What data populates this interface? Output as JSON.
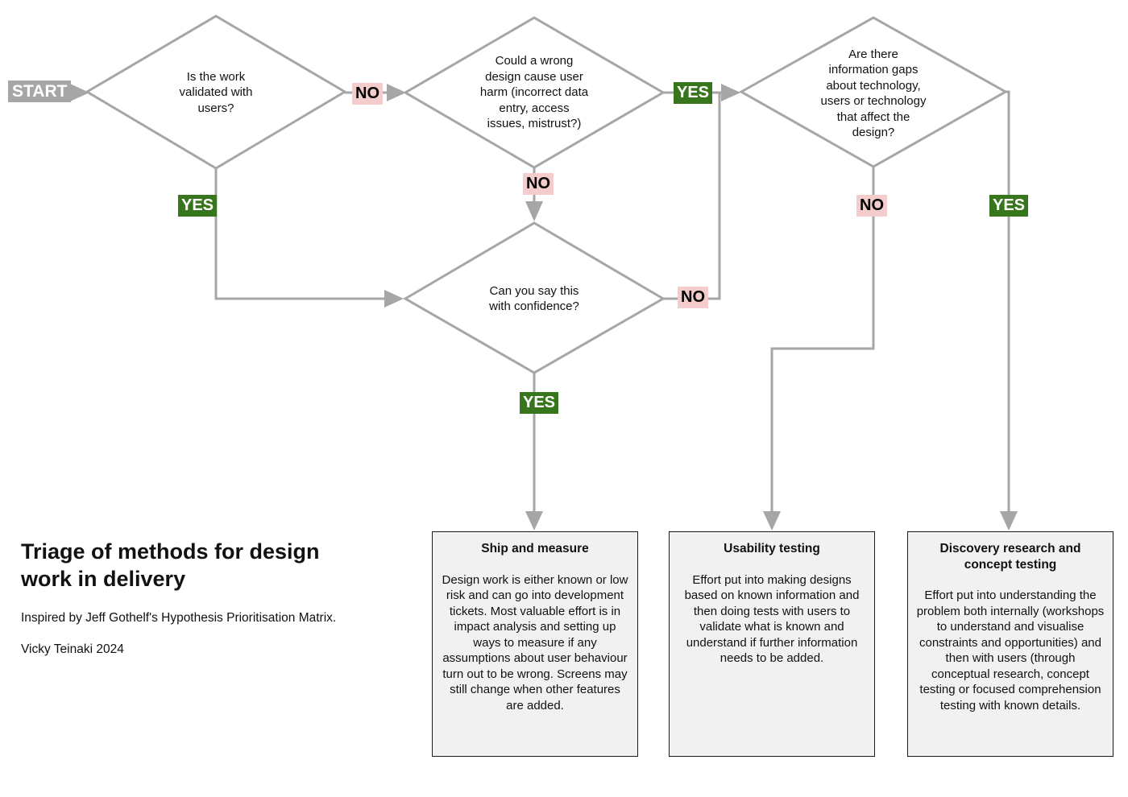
{
  "title_block": {
    "title": "Triage of methods for design work in delivery",
    "subtitle": "Inspired by Jeff Gothelf's Hypothesis Prioritisation Matrix.",
    "credit": "Vicky Teinaki 2024"
  },
  "start_label": "START",
  "decisions": {
    "validated": {
      "text": "Is the work\nvalidated with\nusers?",
      "yes_label": "YES",
      "no_label": "NO"
    },
    "harm": {
      "text": "Could a wrong\ndesign cause user\nharm (incorrect data\nentry, access\nissues, mistrust?)",
      "yes_label": "YES",
      "no_label": "NO"
    },
    "gaps": {
      "text": "Are there\ninformation gaps\nabout technology,\nusers or technology\nthat affect the\ndesign?",
      "yes_label": "YES",
      "no_label": "NO"
    },
    "confidence": {
      "text": "Can you say this\nwith confidence?",
      "yes_label": "YES",
      "no_label": "NO"
    }
  },
  "outcomes": [
    {
      "title": "Ship and measure",
      "body": "Design work is either known or low risk and can go into development tickets. Most valuable effort is in impact analysis and setting up ways to measure if any assumptions about user behaviour turn out to be wrong. Screens may still change when other features are added."
    },
    {
      "title": "Usability testing",
      "body": "Effort put into making designs based on known information and then doing tests with users to validate what is known and understand if further information needs to be added."
    },
    {
      "title": "Discovery research and concept testing",
      "body": "Effort put into understanding the problem both internally (workshops to understand and visualise constraints and opportunities) and then with users (through conceptual research, concept testing or focused comprehension testing with known details."
    }
  ],
  "colors": {
    "line": "#a6a6a6",
    "yes_bg": "#38761d",
    "yes_text": "#ffffff",
    "no_bg": "#f4cccc",
    "no_text": "#000000",
    "start_bg": "#a6a6a6",
    "start_text": "#ffffff",
    "box_bg": "#f1f1f1",
    "box_border": "#1a1a1a"
  }
}
